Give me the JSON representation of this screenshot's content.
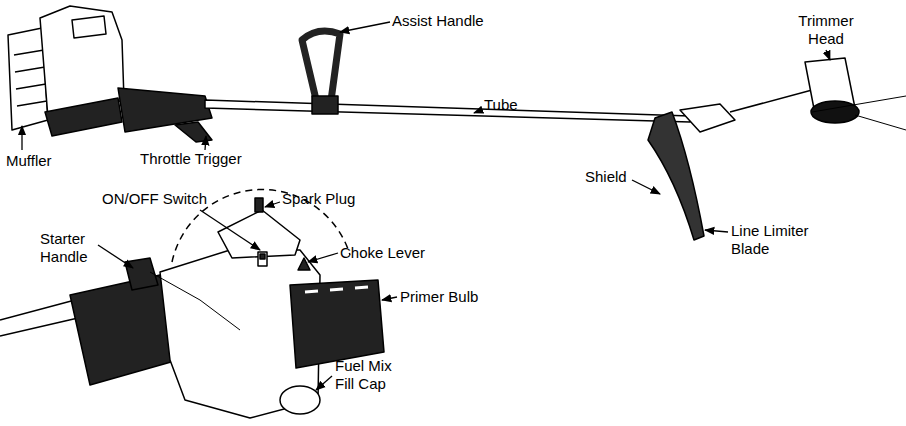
{
  "diagram": {
    "labels": [
      "Assist Handle",
      "Tube",
      "Trimmer Head",
      "Muffler",
      "Throttle Trigger",
      "Shield",
      "Line Limiter Blade",
      "ON/OFF Switch",
      "Spark Plug",
      "Starter Handle",
      "Choke Lever",
      "Primer Bulb",
      "Fuel Mix Fill Cap"
    ]
  }
}
